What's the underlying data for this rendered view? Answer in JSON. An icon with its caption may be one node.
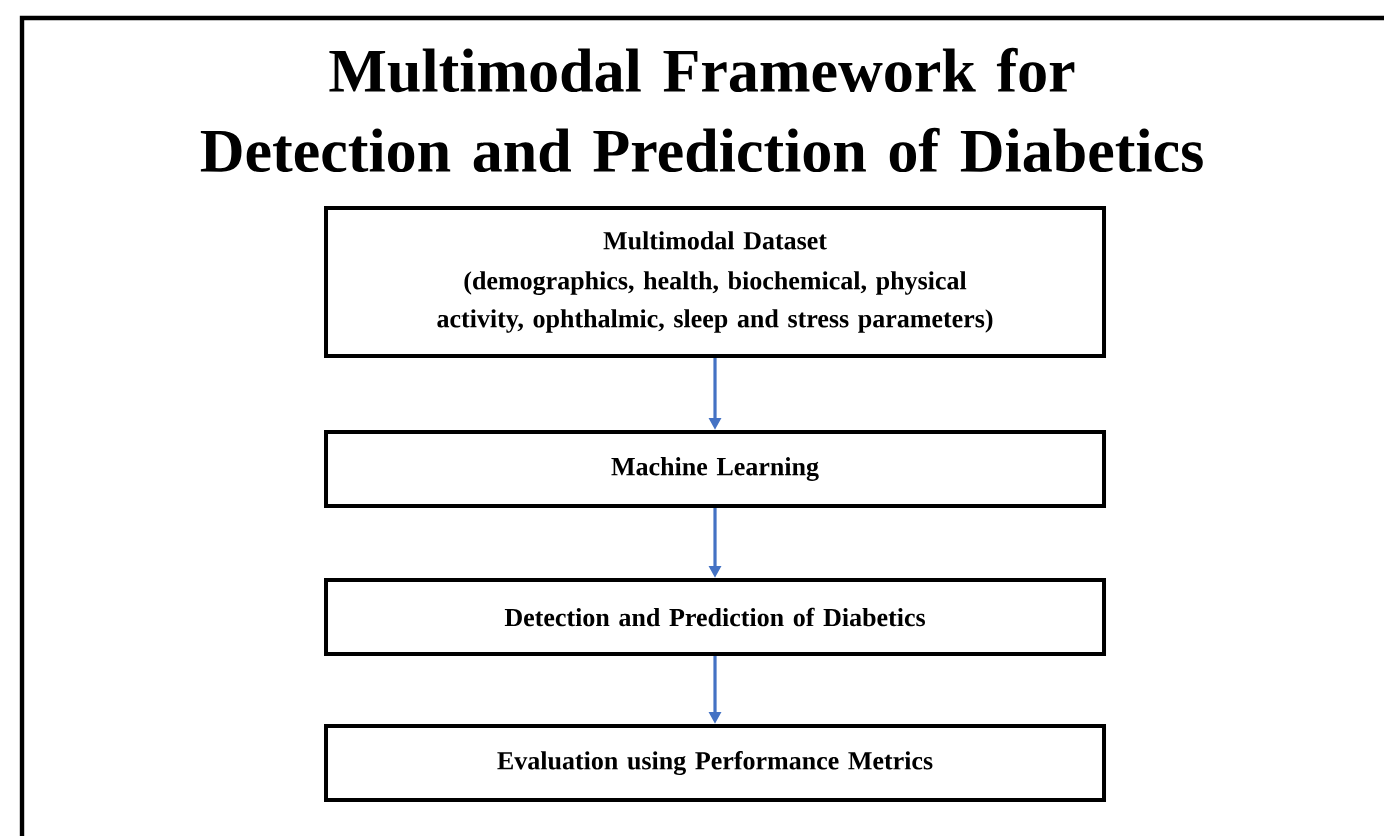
{
  "diagram": {
    "title": "Multimodal Framework for Detection and Prediction of Diabetics",
    "nodes": [
      {
        "text": [
          "Multimodal Dataset",
          "(demographics, health, biochemical, physical activity, ophthalmic, sleep and stress parameters)"
        ]
      },
      {
        "text": [
          "Machine Learning"
        ]
      },
      {
        "text": [
          "Detection and Prediction of Diabetics"
        ]
      },
      {
        "text": [
          "Evaluation using Performance Metrics"
        ]
      }
    ],
    "edges": [
      {
        "from": 0,
        "to": 1,
        "arrow": "to",
        "color": "#4472c4"
      },
      {
        "from": 1,
        "to": 2,
        "arrow": "to",
        "color": "#4472c4"
      },
      {
        "from": 2,
        "to": 3,
        "arrow": "to",
        "color": "#4472c4"
      }
    ]
  }
}
